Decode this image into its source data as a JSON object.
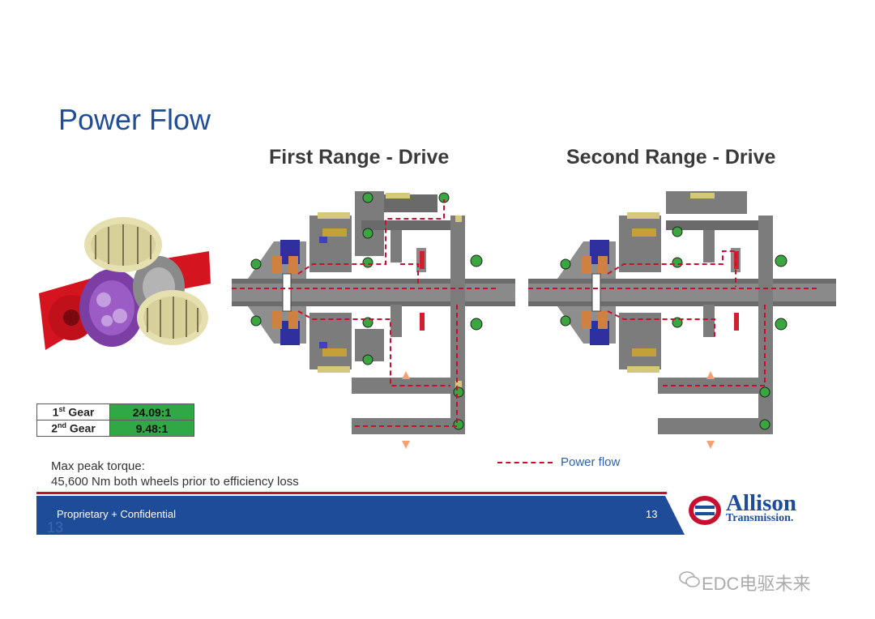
{
  "slide": {
    "title": "Power Flow",
    "left_diagram_title": "First Range - Drive",
    "right_diagram_title": "Second Range - Drive"
  },
  "gear_table": {
    "rows": [
      {
        "gear_num": "1",
        "gear_suffix": "st",
        "gear_word": "Gear",
        "ratio": "24.09:1"
      },
      {
        "gear_num": "2",
        "gear_suffix": "nd",
        "gear_word": "Gear",
        "ratio": "9.48:1"
      }
    ]
  },
  "notes": {
    "line1": "Max peak torque:",
    "line2": "45,600 Nm both wheels prior to efficiency loss"
  },
  "legend": {
    "label": "Power flow"
  },
  "footer": {
    "left_text": "Proprietary + Confidential",
    "page_number": "13",
    "ghost_page_number": "13"
  },
  "logo": {
    "word1": "Allison",
    "word2": "Transmission."
  },
  "watermark": {
    "text": "EDC电驱未来"
  },
  "colors": {
    "title_blue": "#1f4e96",
    "footer_blue": "#1f4c99",
    "accent_red": "#c8102e",
    "ratio_green": "#2fa845"
  }
}
